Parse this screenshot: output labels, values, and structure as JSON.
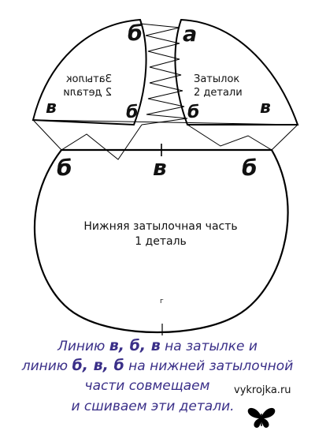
{
  "pieces": {
    "left_crown": {
      "title_line1": "Затылок",
      "title_line2": "2 детали",
      "mark_top": "б",
      "mark_left": "в",
      "mark_bottom": "б"
    },
    "right_crown": {
      "title_line1": "Затылок",
      "title_line2": "2 детали",
      "mark_top": "а",
      "mark_right": "в",
      "mark_bottom": "б"
    },
    "bottom": {
      "title_line1": "Нижняя затылочная часть",
      "title_line2": "1 деталь",
      "mark_left": "б",
      "mark_center": "в",
      "mark_right": "б",
      "bottom_mark": "г"
    }
  },
  "caption": {
    "line1_prefix": "Линию ",
    "line1_marks": "в, б, в",
    "line1_suffix": " на затылке и",
    "line2_prefix": "линию ",
    "line2_marks": "б, в, б",
    "line2_suffix": " на нижней затылочной",
    "line3": "части  совмещаем",
    "line4": "и сшиваем эти детали."
  },
  "watermark": {
    "text": "vykrojka.ru",
    "icon": "butterfly-icon"
  },
  "colors": {
    "line": "#000000",
    "mark": "#111111",
    "caption": "#3a2f88"
  }
}
